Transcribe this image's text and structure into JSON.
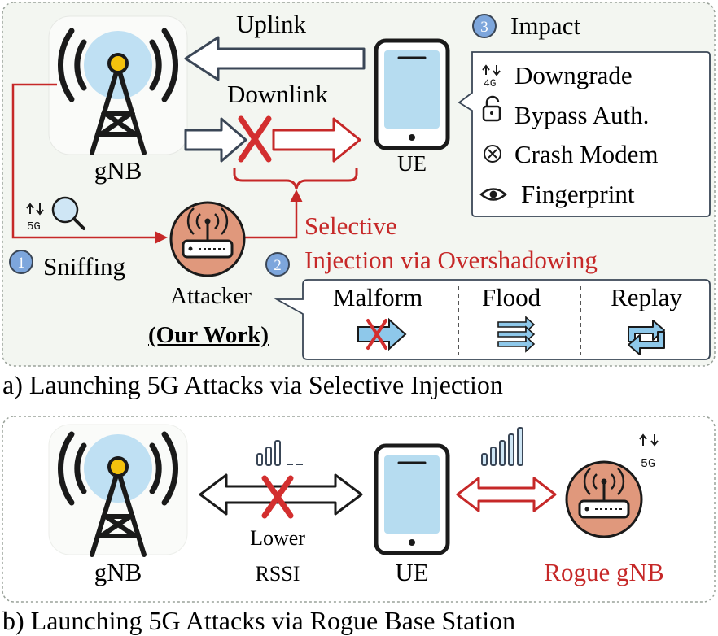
{
  "panel_a": {
    "caption": "a) Launching 5G Attacks via Selective Injection",
    "uplink": "Uplink",
    "downlink": "Downlink",
    "gnb": "gNB",
    "ue": "UE",
    "attacker": "Attacker",
    "our_work": "(Our Work)",
    "step1": {
      "num": "1",
      "label": "Sniffing"
    },
    "step2": {
      "num": "2",
      "label_line1": "Selective",
      "label_line2": "Injection via Overshadowing"
    },
    "step3": {
      "num": "3",
      "label": "Impact"
    },
    "sniff_badge": "5G",
    "impacts": [
      {
        "icon": "downgrade-icon",
        "badge": "4G",
        "label": "Downgrade"
      },
      {
        "icon": "lock-icon",
        "label": "Bypass Auth."
      },
      {
        "icon": "crash-icon",
        "label": "Crash Modem"
      },
      {
        "icon": "eye-icon",
        "label": "Fingerprint"
      }
    ],
    "methods": [
      "Malform",
      "Flood",
      "Replay"
    ]
  },
  "panel_b": {
    "caption": "b) Launching 5G Attacks via Rogue Base Station",
    "gnb": "gNB",
    "ue": "UE",
    "rogue": "Rogue gNB",
    "lower_rssi_line1": "Lower",
    "lower_rssi_line2": "RSSI",
    "rogue_badge": "5G"
  },
  "colors": {
    "accent_red": "#c62828",
    "panel_bg": "#f3f6f1",
    "tower_glow": "#bfe0f3",
    "phone_screen": "#b6dcf0",
    "attacker_fill": "#e0987c",
    "number_circle": "#7da6dc"
  }
}
